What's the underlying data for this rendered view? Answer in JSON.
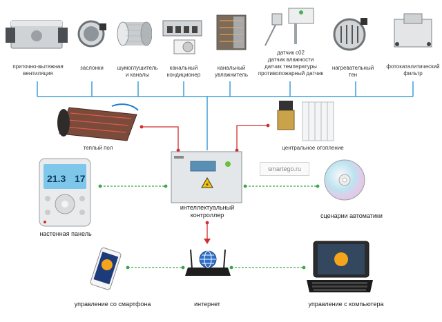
{
  "top_devices": [
    {
      "id": "ventilation",
      "label": "приточно-вытяжная\nвентиляция"
    },
    {
      "id": "dampers",
      "label": "заслонки"
    },
    {
      "id": "silencer",
      "label": "шумоглушитель\nи каналы"
    },
    {
      "id": "duct-ac",
      "label": "канальный\nкондиционер"
    },
    {
      "id": "duct-humidifier",
      "label": "канальный\nувлажнитель"
    },
    {
      "id": "sensors",
      "label": "датчик с02\nдатчик влажности\nдатчик температуры\nпротивопожарный датчик"
    },
    {
      "id": "heater",
      "label": "нагревательный\nтен"
    },
    {
      "id": "photocatalytic-filter",
      "label": "фотокаталитический\nфильтр"
    }
  ],
  "floor_heating": "теплый пол",
  "central_heating": "центральное отопление",
  "watermark": "smartego.ru",
  "controller": "интеллектуальный\nконтроллер",
  "wall_panel": "настенная панель",
  "panel_display": "21.3",
  "panel_display2": "17",
  "automation": "сценарии автоматики",
  "smartphone": "управление со смартфона",
  "internet": "интернет",
  "computer": "управление с компьютера",
  "colors": {
    "blue_bus": "#1f8fd0",
    "red_link": "#d32c2c",
    "green_link": "#3aa84a"
  }
}
